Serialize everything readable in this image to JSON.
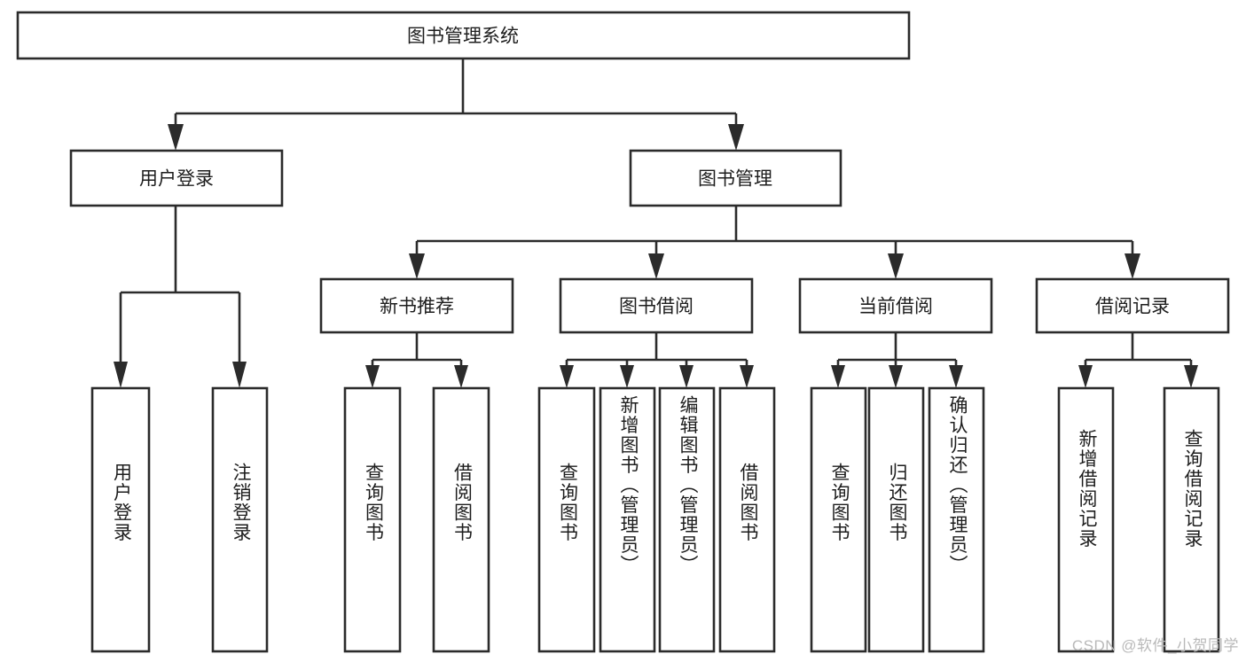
{
  "diagram": {
    "title": "图书管理系统",
    "watermark": "CSDN @软件_小贺同学",
    "style": {
      "box_fill": "#ffffff",
      "box_stroke": "#2b2b2b",
      "text_color": "#1d1d1d",
      "background": "#ffffff",
      "watermark_color": "#b9b9b9"
    },
    "root": {
      "label": "图书管理系统"
    },
    "level2": [
      {
        "label": "用户登录"
      },
      {
        "label": "图书管理"
      }
    ],
    "level3": [
      {
        "label": "新书推荐"
      },
      {
        "label": "图书借阅"
      },
      {
        "label": "当前借阅"
      },
      {
        "label": "借阅记录"
      }
    ],
    "leaves": {
      "user_login": [
        {
          "label": "用户登录"
        },
        {
          "label": "注销登录"
        }
      ],
      "new_book_recommend": [
        {
          "label": "查询图书"
        },
        {
          "label": "借阅图书"
        }
      ],
      "book_borrow": [
        {
          "label": "查询图书"
        },
        {
          "label": "新增图书（管理员）"
        },
        {
          "label": "编辑图书（管理员）"
        },
        {
          "label": "借阅图书"
        }
      ],
      "current_borrow": [
        {
          "label": "查询图书"
        },
        {
          "label": "归还图书"
        },
        {
          "label": "确认归还（管理员）"
        }
      ],
      "borrow_record": [
        {
          "label": "新增借阅记录"
        },
        {
          "label": "查询借阅记录"
        }
      ]
    }
  }
}
